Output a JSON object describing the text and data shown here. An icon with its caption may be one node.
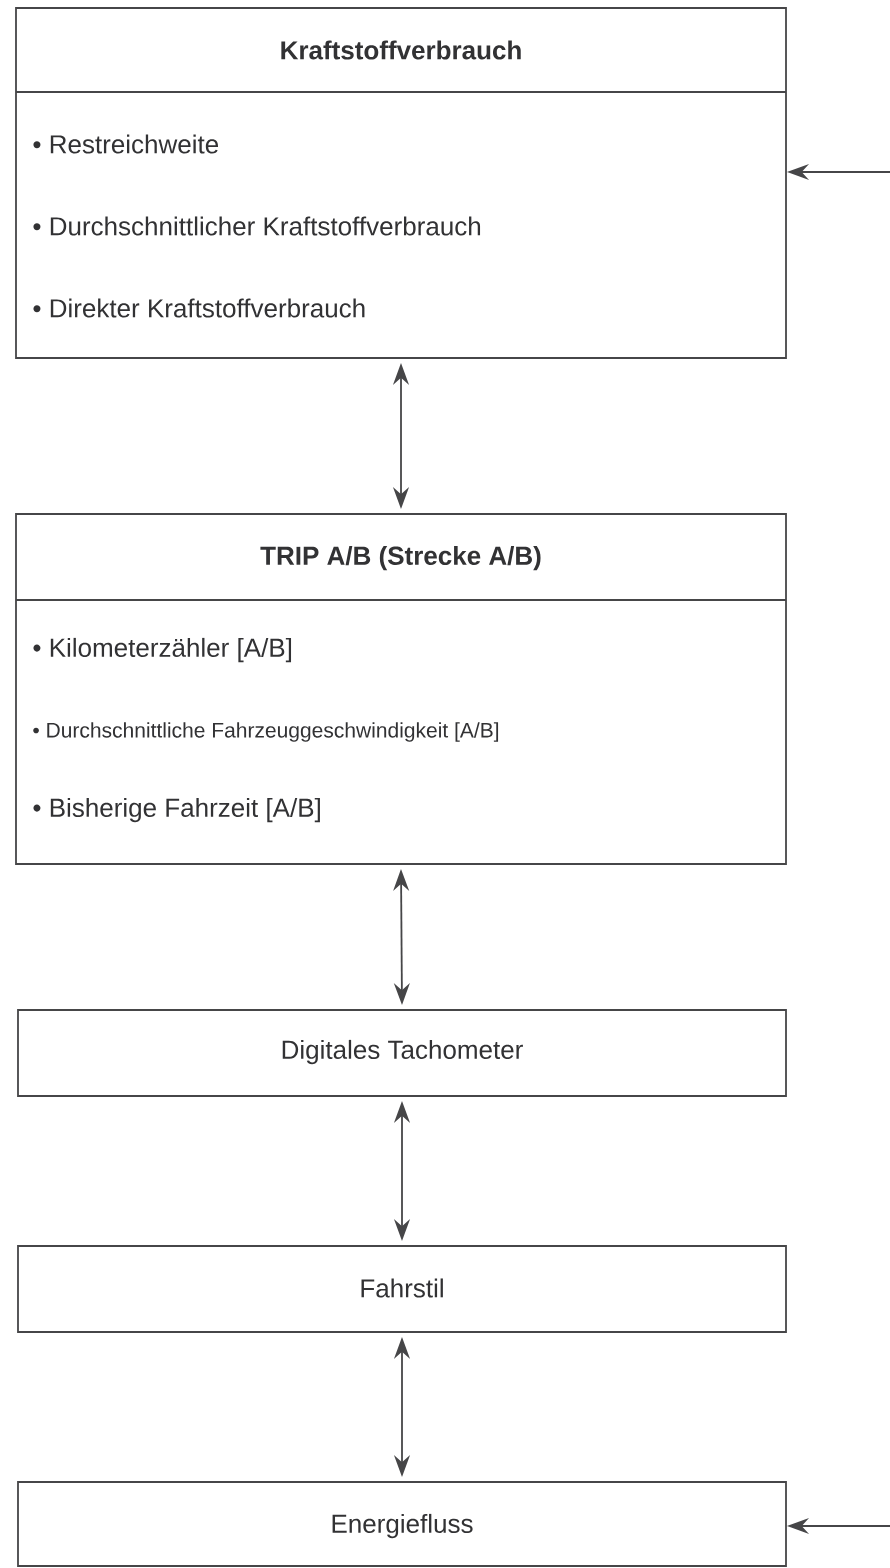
{
  "diagram": {
    "nodes": [
      {
        "text": [
          "Kraftstoffverbrauch",
          "• Restreichweite",
          "• Durchschnittlicher Kraftstoffverbrauch",
          "• Direkter Kraftstoffverbrauch"
        ]
      },
      {
        "text": [
          "TRIP A/B (Strecke A/B)",
          "• Kilometerzähler [A/B]",
          "• Durchschnittliche Fahrzeuggeschwindigkeit [A/B]",
          "• Bisherige Fahrzeit [A/B]"
        ]
      },
      {
        "text": [
          "Digitales Tachometer"
        ]
      },
      {
        "text": [
          "Fahrstil"
        ]
      },
      {
        "text": [
          "Energiefluss"
        ]
      }
    ],
    "edges": [
      {
        "from": 0,
        "to": 1,
        "arrow": "both"
      },
      {
        "from": 1,
        "to": 2,
        "arrow": "both"
      },
      {
        "from": 2,
        "to": 3,
        "arrow": "both"
      },
      {
        "from": 3,
        "to": 4,
        "arrow": "both"
      },
      {
        "from": null,
        "to": 0,
        "arrow": "to"
      },
      {
        "from": null,
        "to": 4,
        "arrow": "to"
      }
    ]
  }
}
